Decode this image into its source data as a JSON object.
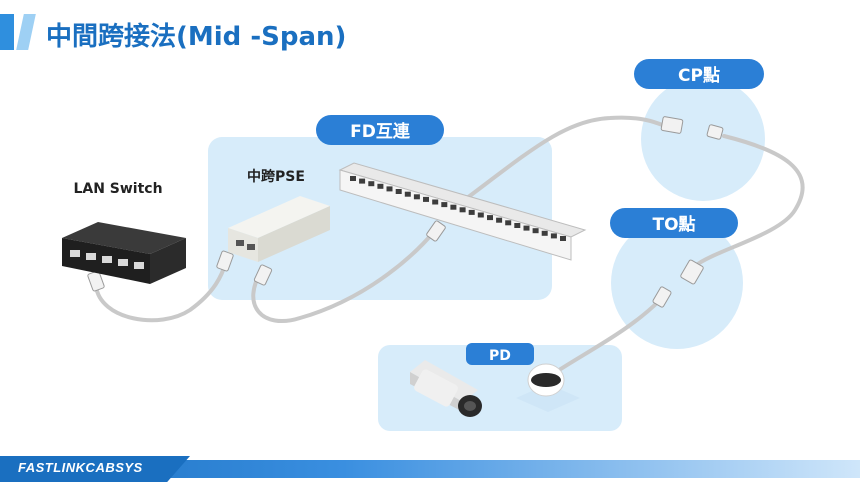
{
  "title": "中間跨接法(Mid -Span)",
  "footer": {
    "brand": "FASTLINKCABSYS"
  },
  "labels": {
    "lan_switch": "LAN Switch",
    "midspan_pse": "中跨PSE",
    "fd": "FD互連",
    "cp": "CP點",
    "to": "TO點",
    "pd": "PD"
  },
  "colors": {
    "title": "#1a6fc0",
    "pill": "#2b7fd6",
    "zone": "#d7ecfa",
    "cable": "#c9c9c9"
  }
}
